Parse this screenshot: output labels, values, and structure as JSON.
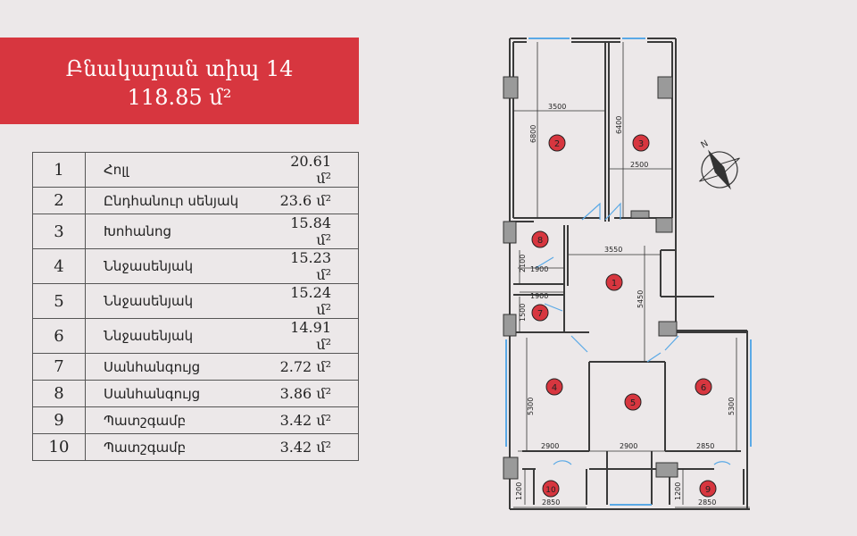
{
  "header": {
    "title": "Բնակարան տիպ 14",
    "total_area": "118.85 մ²"
  },
  "rooms": [
    {
      "num": "1",
      "name": "Հոլլ",
      "area": "20.61 մ²"
    },
    {
      "num": "2",
      "name": "Ընդհանուր սենյակ",
      "area": "23.6 մ²"
    },
    {
      "num": "3",
      "name": "Խոհանոց",
      "area": "15.84 մ²"
    },
    {
      "num": "4",
      "name": "Ննջասենյակ",
      "area": "15.23 մ²"
    },
    {
      "num": "5",
      "name": "Ննջասենյակ",
      "area": "15.24 մ²"
    },
    {
      "num": "6",
      "name": "Ննջասենյակ",
      "area": "14.91 մ²"
    },
    {
      "num": "7",
      "name": "Սանհանգույց",
      "area": "2.72 մ²"
    },
    {
      "num": "8",
      "name": "Սանհանգույց",
      "area": "3.86 մ²"
    },
    {
      "num": "9",
      "name": "Պատշգամբ",
      "area": "3.42 մ²"
    },
    {
      "num": "10",
      "name": "Պատշգամբ",
      "area": "3.42 մ²"
    }
  ],
  "plan": {
    "room_markers": [
      "1",
      "2",
      "3",
      "4",
      "5",
      "6",
      "7",
      "8",
      "9",
      "10"
    ],
    "dimensions": {
      "d3500": "3500",
      "d6800": "6800",
      "d6400": "6400",
      "d2500": "2500",
      "d3550": "3550",
      "d2100": "2100",
      "d1900a": "1900",
      "d1900b": "1900",
      "d1500": "1500",
      "d5450": "5450",
      "d5300a": "5300",
      "d5300b": "5300",
      "d2900a": "2900",
      "d2900b": "2900",
      "d2850a": "2850",
      "d1200a": "1200",
      "d2850b": "2850",
      "d1200b": "1200",
      "d2850c": "2850"
    },
    "compass_label": "N",
    "colors": {
      "wall": "#3a3a3a",
      "window": "#5aa9e6",
      "marker": "#d7363f"
    }
  }
}
